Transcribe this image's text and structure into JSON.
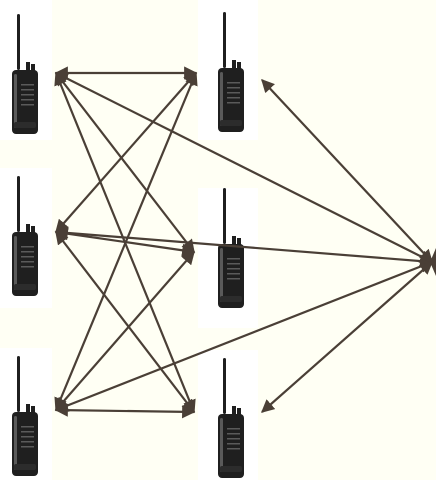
{
  "colors": {
    "background": "#fffff4",
    "arrow": "#4a3f36",
    "radio_body": "#1f1f1f",
    "radio_highlight": "#5a5a5a",
    "card": "#ffffff"
  },
  "nodes": [
    {
      "id": "radio-left-top",
      "icon": "walkie-talkie-icon"
    },
    {
      "id": "radio-left-middle",
      "icon": "walkie-talkie-icon"
    },
    {
      "id": "radio-left-bottom",
      "icon": "walkie-talkie-icon"
    },
    {
      "id": "radio-right-top",
      "icon": "walkie-talkie-icon"
    },
    {
      "id": "radio-right-middle",
      "icon": "walkie-talkie-icon"
    },
    {
      "id": "radio-right-bottom",
      "icon": "walkie-talkie-icon"
    },
    {
      "id": "hub-point",
      "icon": "none"
    }
  ],
  "links": [
    {
      "from": "radio-left-top",
      "to": "radio-right-top"
    },
    {
      "from": "radio-left-top",
      "to": "radio-right-middle"
    },
    {
      "from": "radio-left-top",
      "to": "radio-right-bottom"
    },
    {
      "from": "radio-left-middle",
      "to": "radio-right-top"
    },
    {
      "from": "radio-left-middle",
      "to": "radio-right-middle"
    },
    {
      "from": "radio-left-middle",
      "to": "radio-right-bottom"
    },
    {
      "from": "radio-left-bottom",
      "to": "radio-right-top"
    },
    {
      "from": "radio-left-bottom",
      "to": "radio-right-middle"
    },
    {
      "from": "radio-left-bottom",
      "to": "radio-right-bottom"
    },
    {
      "from": "radio-left-top",
      "to": "hub-point"
    },
    {
      "from": "radio-left-middle",
      "to": "hub-point"
    },
    {
      "from": "radio-left-bottom",
      "to": "hub-point"
    },
    {
      "from": "radio-right-top",
      "to": "hub-point"
    },
    {
      "from": "radio-right-bottom",
      "to": "hub-point"
    }
  ]
}
